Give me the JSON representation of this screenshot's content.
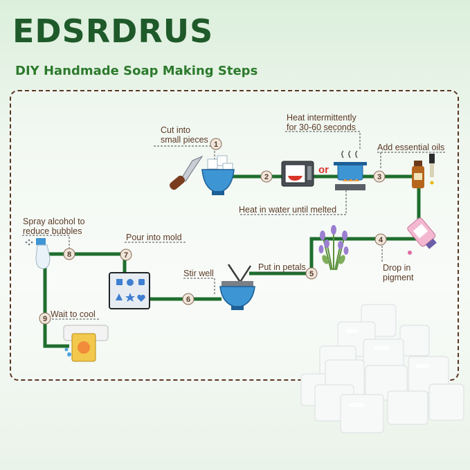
{
  "brand": "EDSRDRUS",
  "subtitle": "DIY Handmade Soap Making Steps",
  "steps": [
    {
      "num": "1",
      "label": "Cut into\nsmall pieces"
    },
    {
      "num": "2",
      "label": "Heat intermittently\nfor 30-60 seconds"
    },
    {
      "num": "3",
      "label": "Add essential oils"
    },
    {
      "num": "4",
      "label": "Drop in\npigment"
    },
    {
      "num": "5",
      "label": "Put in petals"
    },
    {
      "num": "6",
      "label": "Stir well"
    },
    {
      "num": "7",
      "label": "Pour into mold"
    },
    {
      "num": "8",
      "label": "Spray alcohol to\nreduce bubbles"
    },
    {
      "num": "9",
      "label": "Wait to cool"
    }
  ],
  "or_text": "or",
  "water_note": "Heat in water until melted",
  "colors": {
    "line": "#1f6e2e",
    "text": "#5b3a26",
    "accent_red": "#d9362b",
    "title": "#1f5a2a"
  }
}
